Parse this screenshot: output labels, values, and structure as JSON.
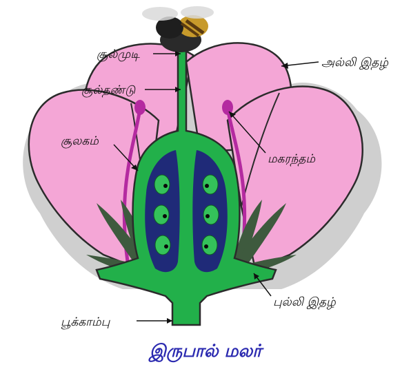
{
  "title": "இருபால் மலர்",
  "labels": {
    "stigma": "சூல்முடி",
    "style": "சூல்தண்டு",
    "petal": "அல்லி இதழ்",
    "ovary": "சூலகம்",
    "anther": "மகரந்தம்",
    "sepal": "புல்லி இதழ்",
    "pedicel": "பூக்காம்பு"
  },
  "colors": {
    "petal": "#f4a6d6",
    "pistil": "#22b04a",
    "ovary_cavity": "#1f2a78",
    "ovule": "#34c25a",
    "stamen": "#b42aa0",
    "sepal": "#3e5a3e",
    "title": "#2b2ab0",
    "outline": "#2b2b2b"
  }
}
